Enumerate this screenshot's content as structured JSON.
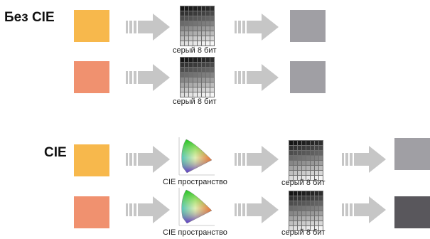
{
  "sections": {
    "without_cie": {
      "title": "Без CIE"
    },
    "with_cie": {
      "title": "CIE"
    }
  },
  "captions": {
    "gray_8bit": "серый 8 бит",
    "cie_space": "CIE пространство"
  },
  "colors": {
    "input_orange": "#f7b84c",
    "input_salmon": "#f0916f",
    "output_gray_light": "#a09fa4",
    "output_gray_dark": "#59575c",
    "arrow": "#c6c6c6"
  },
  "flows": [
    {
      "section": "Без CIE",
      "input": "input_orange",
      "steps": [
        "серый 8 бит"
      ],
      "output": "output_gray_light"
    },
    {
      "section": "Без CIE",
      "input": "input_salmon",
      "steps": [
        "серый 8 бит"
      ],
      "output": "output_gray_light"
    },
    {
      "section": "CIE",
      "input": "input_orange",
      "steps": [
        "CIE пространство",
        "серый 8 бит"
      ],
      "output": "output_gray_light"
    },
    {
      "section": "CIE",
      "input": "input_salmon",
      "steps": [
        "CIE пространство",
        "серый 8 бит"
      ],
      "output": "output_gray_dark"
    }
  ]
}
